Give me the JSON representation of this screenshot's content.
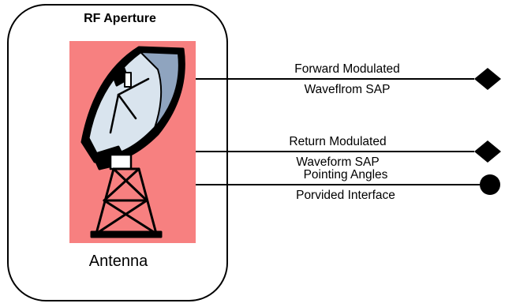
{
  "title": "RF Aperture",
  "component": "Antenna",
  "colors": {
    "background": "#ffffff",
    "antenna_fill": "#f78080",
    "dish_light": "#d9e4ee",
    "dish_shade": "#8fa4bf",
    "stroke": "#000000"
  },
  "ports": [
    {
      "line1": "Forward Modulated",
      "line2": "Waveflrom SAP",
      "symbol": "diamond-icon"
    },
    {
      "line1": "Return Modulated",
      "line2": "Waveform SAP",
      "symbol": "diamond-icon"
    },
    {
      "line1": "Pointing Angles",
      "line2": "Porvided Interface",
      "symbol": "circle-icon"
    }
  ]
}
